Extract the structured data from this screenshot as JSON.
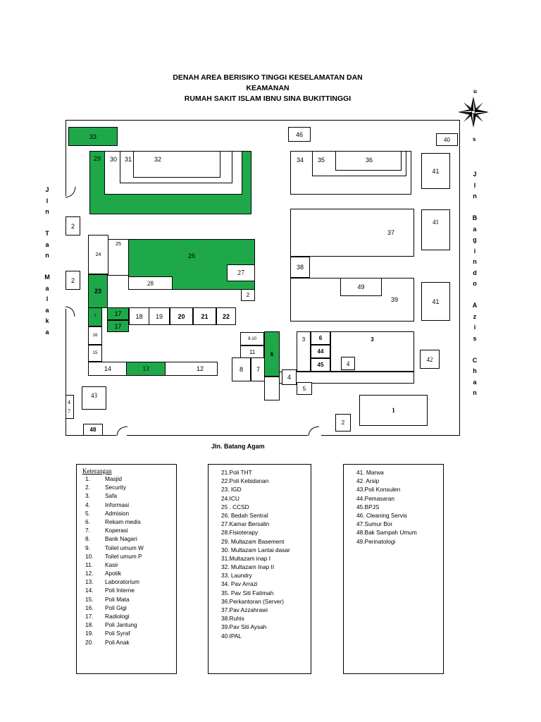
{
  "title": {
    "line1": "DENAH AREA BERISIKO TINGGI KESELAMATAN DAN",
    "line2": "KEAMANAN",
    "line3": "RUMAH SAKIT ISLAM IBNU SINA  BUKITTINGGI"
  },
  "compass": {
    "north": "u",
    "south": "s"
  },
  "streets": {
    "left": [
      "J",
      "l",
      "n",
      "",
      "T",
      "a",
      "n",
      "",
      "M",
      "a",
      "l",
      "a",
      "k",
      "a"
    ],
    "right": [
      "J",
      "l",
      "n",
      "",
      "B",
      "a",
      "g",
      "i",
      "n",
      "d",
      "o",
      "",
      "A",
      "z",
      "i",
      "s",
      "",
      "C",
      "h",
      "a",
      "n"
    ],
    "bottom": "Jln. Batang Agam"
  },
  "blocks": {
    "b33": "33",
    "b46": "46",
    "b40": "40",
    "b29": "29",
    "b30": "30",
    "b31": "31",
    "b32": "32",
    "b34": "34",
    "b35": "35",
    "b36": "36",
    "b41a": "41",
    "b41b": "41",
    "b41c": "41",
    "b2a": "2",
    "b2b": "2",
    "b2c": "2",
    "b2d": "2",
    "b24": "24",
    "b25": "25",
    "b26": "26",
    "b27": "27",
    "b28": "28",
    "b23": "23",
    "b37": "37",
    "b38": "38",
    "b49": "49",
    "b39": "39",
    "b7a": "7",
    "b17a": "17",
    "b17b": "17",
    "b18": "18",
    "b19": "19",
    "b20": "20",
    "b21": "21",
    "b22": "22",
    "b16": "16",
    "b15": "15",
    "b14": "14",
    "b13": "13",
    "b12": "12",
    "b910": "9-10",
    "b11": "11",
    "b8": "8",
    "b7": "7",
    "b6g": "6",
    "b3a": "3",
    "b6": "6",
    "b44": "44",
    "b45": "45",
    "b3": "3",
    "b4": "4",
    "b42": "42",
    "b4b": "4",
    "b5": "5",
    "b43": "43",
    "b47": "47",
    "b48": "48",
    "b1": "1"
  },
  "legend": {
    "title": "Keterangan",
    "col1": [
      {
        "n": "1.",
        "t": "Masjid"
      },
      {
        "n": "2.",
        "t": "Security"
      },
      {
        "n": "3.",
        "t": "Safa"
      },
      {
        "n": "4.",
        "t": "Informasi"
      },
      {
        "n": "5.",
        "t": "Admision"
      },
      {
        "n": "6.",
        "t": "Rekam medis"
      },
      {
        "n": "7.",
        "t": "Koperasi"
      },
      {
        "n": "8.",
        "t": "Bank Nagari"
      },
      {
        "n": "9.",
        "t": "Toilet umum W"
      },
      {
        "n": "10.",
        "t": "Toilet umum P"
      },
      {
        "n": "11.",
        "t": "Kasir"
      },
      {
        "n": "12.",
        "t": "Apotik"
      },
      {
        "n": "13.",
        "t": "Laboratorium"
      },
      {
        "n": "14.",
        "t": "Poli Interne"
      },
      {
        "n": "15.",
        "t": "Poli Mata"
      },
      {
        "n": "16.",
        "t": "Poli Gigi"
      },
      {
        "n": "17.",
        "t": "Radiologi"
      },
      {
        "n": "18.",
        "t": "Poli Jantung"
      },
      {
        "n": "19.",
        "t": "Poli Syraf"
      },
      {
        "n": "20.",
        "t": "Poli Anak"
      }
    ],
    "col2": [
      "21.Poli THT",
      "22.Poli Kebidanan",
      "23. IGD",
      "24.ICU",
      "25 . CCSD",
      "26. Bedah Sentral",
      "27.Kamar Bersalin",
      "28.Fisioterapy",
      "29. Multazam Basement",
      "30. Multazam Lantai dasar",
      "31.Multazam inap I",
      "32. Multazam Inap II",
      "33. Laundry",
      "34. Pav Arrazi",
      "35. Pav Siti Fatimah",
      "36.Perkantoran (Server)",
      "37.Pav Azzahrawi",
      "38.Ruhis",
      "39.Pav Siti Aysah",
      "40.IPAL"
    ],
    "col3": [
      "41. Marwa",
      "42. Arsip",
      "43.Poli Konsulen",
      "44.Pemasaran",
      "45.BPJS",
      "46. Cleaning Servis",
      "47.Sumur Bor",
      "48.Bak Sampah Umum",
      "49.Perinatologi"
    ]
  }
}
